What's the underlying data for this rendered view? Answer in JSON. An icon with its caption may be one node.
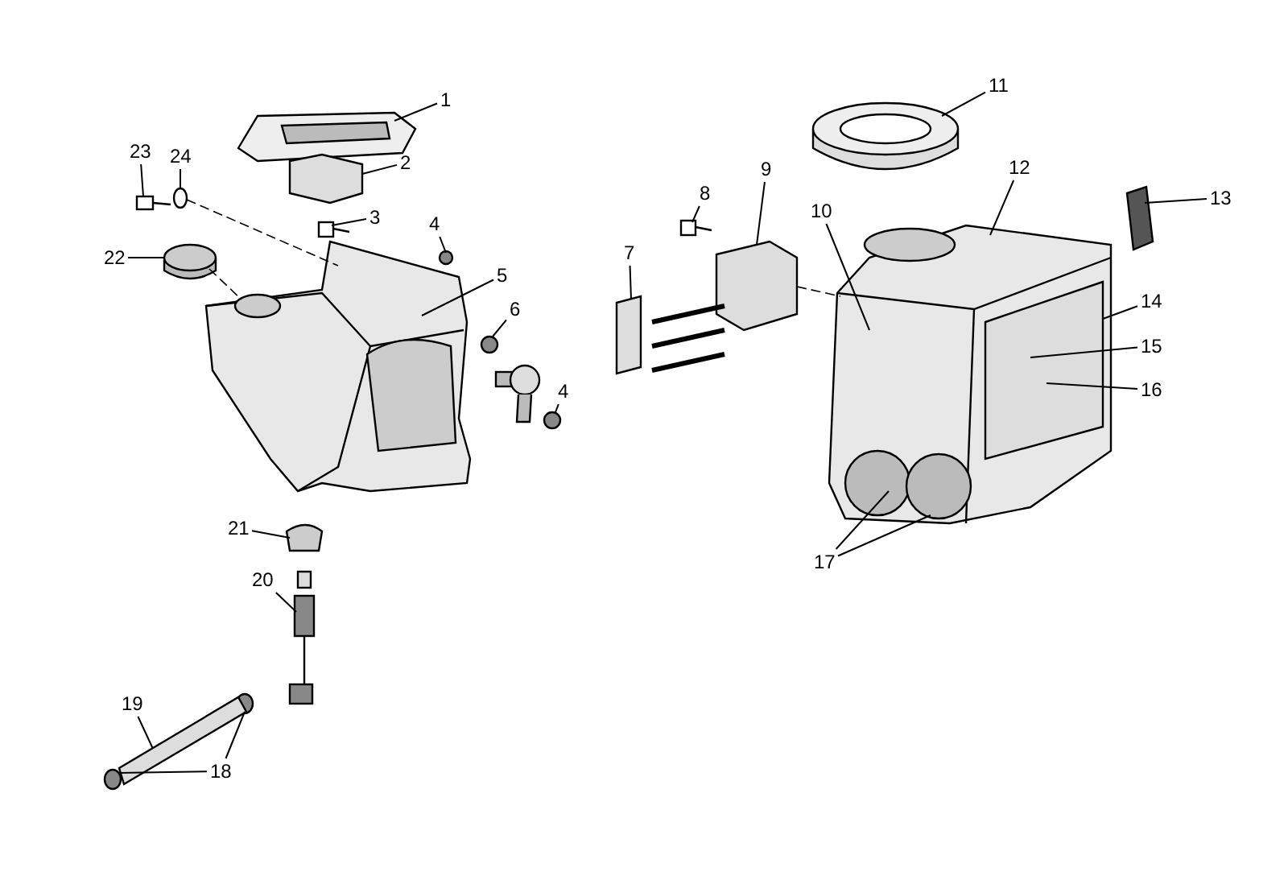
{
  "diagram": {
    "nodes": [
      {
        "text": [
          "1"
        ]
      },
      {
        "text": [
          "2"
        ]
      },
      {
        "text": [
          "3"
        ]
      },
      {
        "text": [
          "4"
        ]
      },
      {
        "text": [
          "5"
        ]
      },
      {
        "text": [
          "6"
        ]
      },
      {
        "text": [
          "4"
        ]
      },
      {
        "text": [
          "7"
        ]
      },
      {
        "text": [
          "8"
        ]
      },
      {
        "text": [
          "9"
        ]
      },
      {
        "text": [
          "10"
        ]
      },
      {
        "text": [
          "11"
        ]
      },
      {
        "text": [
          "12"
        ]
      },
      {
        "text": [
          "13"
        ]
      },
      {
        "text": [
          "14"
        ]
      },
      {
        "text": [
          "15"
        ]
      },
      {
        "text": [
          "16"
        ]
      },
      {
        "text": [
          "17"
        ]
      },
      {
        "text": [
          "18"
        ]
      },
      {
        "text": [
          "19"
        ]
      },
      {
        "text": [
          "20"
        ]
      },
      {
        "text": [
          "21"
        ]
      },
      {
        "text": [
          "22"
        ]
      },
      {
        "text": [
          "23"
        ]
      },
      {
        "text": [
          "24"
        ]
      },
      {
        "text": [],
        "shape": "picture"
      },
      {
        "text": [],
        "shape": "box"
      },
      {
        "text": [],
        "shape": "box"
      },
      {
        "text": [],
        "shape": "circle"
      },
      {
        "text": [],
        "shape": "picture"
      },
      {
        "text": [],
        "shape": "circle"
      },
      {
        "text": [],
        "shape": "circle"
      },
      {
        "text": [],
        "shape": "box"
      },
      {
        "text": [],
        "shape": "box"
      },
      {
        "text": [],
        "shape": "picture"
      },
      {
        "text": [],
        "shape": "picture"
      },
      {
        "text": [],
        "shape": "picture"
      },
      {
        "text": [],
        "shape": "box"
      },
      {
        "text": [],
        "shape": "circle"
      },
      {
        "text": [],
        "shape": "circle"
      },
      {
        "text": [],
        "shape": "picture"
      },
      {
        "text": [],
        "shape": "picture"
      },
      {
        "text": [],
        "shape": "box"
      },
      {
        "text": [],
        "shape": "circle"
      },
      {
        "text": [],
        "shape": "box"
      },
      {
        "text": [],
        "shape": "circle"
      }
    ],
    "edges": [
      {
        "from": 0,
        "to": 25,
        "arrow": "none"
      },
      {
        "from": 1,
        "to": 26,
        "arrow": "none"
      },
      {
        "from": 2,
        "to": 27,
        "arrow": "none"
      },
      {
        "from": 3,
        "to": 28,
        "arrow": "none"
      },
      {
        "from": 4,
        "to": 29,
        "arrow": "none"
      },
      {
        "from": 5,
        "to": 30,
        "arrow": "none"
      },
      {
        "from": 6,
        "to": 31,
        "arrow": "none"
      },
      {
        "from": 7,
        "to": 32,
        "arrow": "none"
      },
      {
        "from": 8,
        "to": 33,
        "arrow": "none"
      },
      {
        "from": 9,
        "to": 34,
        "arrow": "none"
      },
      {
        "from": 10,
        "to": 35,
        "arrow": "none"
      },
      {
        "from": 11,
        "to": 36,
        "arrow": "none"
      },
      {
        "from": 12,
        "to": 35,
        "arrow": "none"
      },
      {
        "from": 13,
        "to": 37,
        "arrow": "none"
      },
      {
        "from": 14,
        "to": 35,
        "arrow": "none"
      },
      {
        "from": 15,
        "to": 35,
        "arrow": "none"
      },
      {
        "from": 16,
        "to": 35,
        "arrow": "none"
      },
      {
        "from": 17,
        "to": 35,
        "arrow": "none"
      },
      {
        "from": 17,
        "to": 35,
        "arrow": "none"
      },
      {
        "from": 18,
        "to": 38,
        "arrow": "none"
      },
      {
        "from": 18,
        "to": 39,
        "arrow": "none"
      },
      {
        "from": 19,
        "to": 40,
        "arrow": "none"
      },
      {
        "from": 20,
        "to": 41,
        "arrow": "none"
      },
      {
        "from": 21,
        "to": 42,
        "arrow": "none"
      },
      {
        "from": 22,
        "to": 43,
        "arrow": "none"
      },
      {
        "from": 23,
        "to": 44,
        "arrow": "none"
      },
      {
        "from": 24,
        "to": 45,
        "arrow": "none"
      },
      {
        "from": 45,
        "to": 29,
        "arrow": "none",
        "style": "dashed"
      },
      {
        "from": 43,
        "to": 29,
        "arrow": "none",
        "style": "dashed"
      },
      {
        "from": 34,
        "to": 35,
        "arrow": "none",
        "style": "dashed"
      }
    ]
  }
}
